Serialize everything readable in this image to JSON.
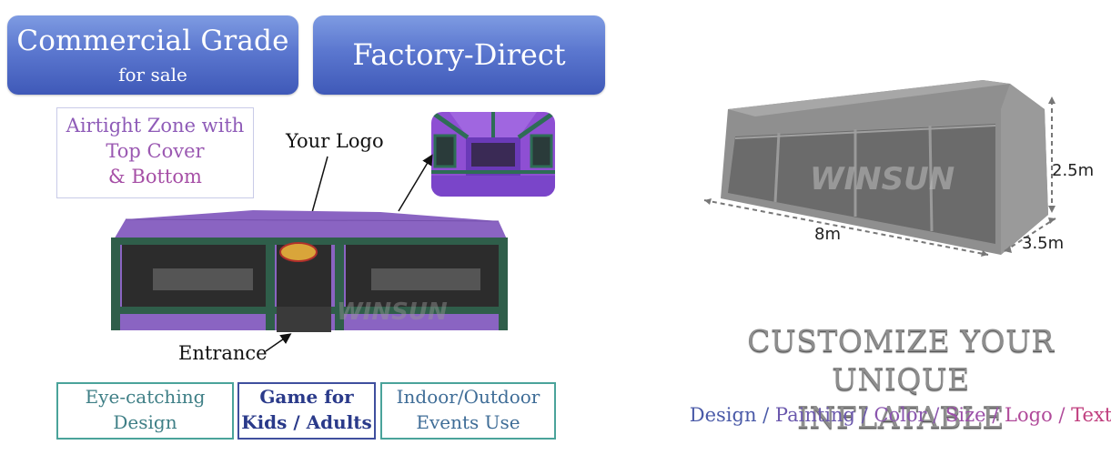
{
  "badges": {
    "commercial_title": "Commercial Grade",
    "commercial_sub": "for sale",
    "factory": "Factory-Direct"
  },
  "airtight": {
    "line1": "Airtight Zone with",
    "line2": "Top Cover",
    "line3": "& Bottom"
  },
  "callouts": {
    "your_logo": "Your Logo",
    "entrance": "Entrance"
  },
  "watermark_left": "WINSUN",
  "watermark_right": "WINSUN",
  "dimensions": {
    "length": "8m",
    "width": "3.5m",
    "height": "2.5m"
  },
  "features": [
    {
      "line1": "Eye-catching",
      "line2": "Design"
    },
    {
      "line1": "Game for",
      "line2": "Kids / Adults"
    },
    {
      "line1": "Indoor/Outdoor",
      "line2": "Events Use"
    }
  ],
  "customize": {
    "line1": "CUSTOMIZE YOUR UNIQUE",
    "line2": "INFLATABLE"
  },
  "options": {
    "items": [
      "Design",
      "Painting",
      "Color",
      "Size",
      "Logo",
      "Text"
    ],
    "separator": " / ",
    "colors": [
      "#4a5aa8",
      "#6b58ad",
      "#8a55ae",
      "#9b4fa8",
      "#b04a9a",
      "#c0407f"
    ]
  },
  "colors": {
    "tent_purple": "#8a64c2",
    "tent_green": "#2f5e4a",
    "gray_tent": "#8f8f8f"
  }
}
